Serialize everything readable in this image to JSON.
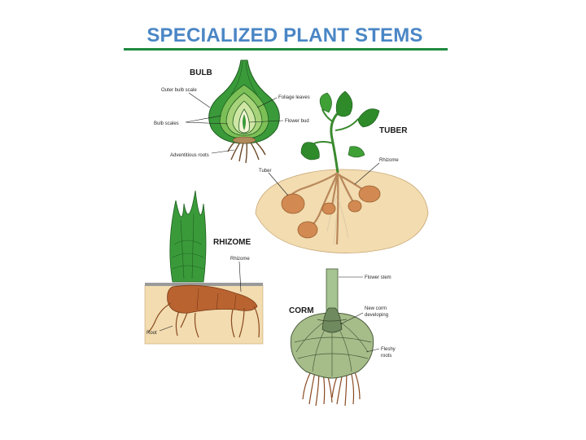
{
  "title": "SPECIALIZED PLANT STEMS",
  "colors": {
    "title": "#4a86c5",
    "rule": "#1e8a3e",
    "bulb_green": "#3a9a3a",
    "bulb_light": "#cfe6a5",
    "soil": "#f2dcb0",
    "tuber": "#d28a52",
    "rhizome": "#b96330",
    "corm": "#a6bd8a",
    "stem_green": "#a6c491"
  },
  "sections": {
    "bulb": {
      "label": "BULB",
      "parts": {
        "outer_scale": "Outer bulb scale",
        "scales": "Bulb scales",
        "roots": "Adventitious roots",
        "foliage": "Foliage leaves",
        "bud": "Flower bud"
      }
    },
    "tuber": {
      "label": "TUBER",
      "parts": {
        "rhizome": "Rhizome",
        "tuber": "Tuber"
      }
    },
    "rhizome": {
      "label": "RHIZOME",
      "parts": {
        "rhizome": "Rhizome",
        "root": "Root"
      }
    },
    "corm": {
      "label": "CORM",
      "parts": {
        "stem": "Flower stem",
        "new_corm_1": "New corm",
        "new_corm_2": "developing",
        "roots_1": "Fleshy",
        "roots_2": "roots"
      }
    }
  }
}
